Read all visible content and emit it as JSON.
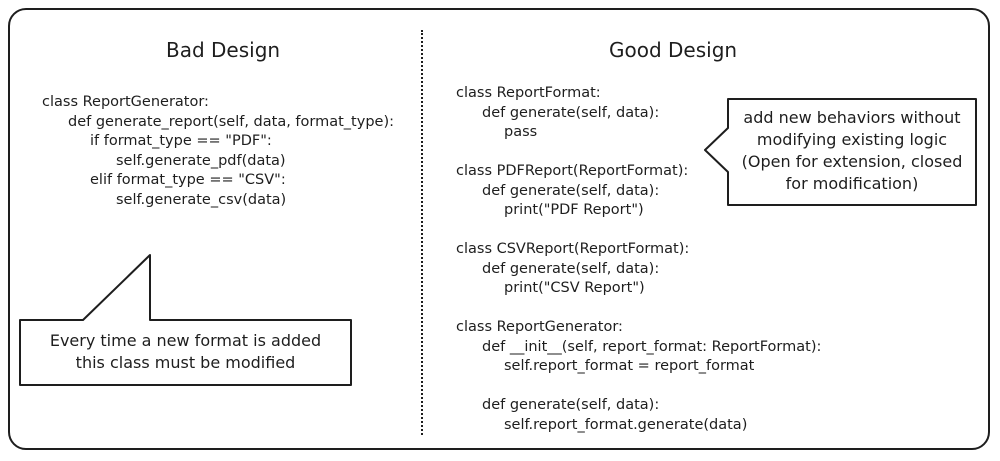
{
  "bad": {
    "title": "Bad Design",
    "code": [
      "class ReportGenerator:",
      "def generate_report(self, data, format_type):",
      "if format_type == \"PDF\":",
      "self.generate_pdf(data)",
      "elif format_type == \"CSV\":",
      "self.generate_csv(data)"
    ],
    "note": [
      "Every time a new format is added",
      "this class must be modified"
    ]
  },
  "good": {
    "title": "Good Design",
    "code": [
      "class ReportFormat:",
      "def generate(self, data):",
      "pass",
      "class PDFReport(ReportFormat):",
      "def generate(self, data):",
      "print(\"PDF Report\")",
      "class CSVReport(ReportFormat):",
      "def generate(self, data):",
      "print(\"CSV Report\")",
      "class ReportGenerator:",
      "def __init__(self, report_format: ReportFormat):",
      "self.report_format = report_format",
      "def generate(self, data):",
      "self.report_format.generate(data)"
    ],
    "note": [
      "add new behaviors without",
      "modifying existing logic",
      "(Open for extension, closed",
      "for modification)"
    ]
  }
}
